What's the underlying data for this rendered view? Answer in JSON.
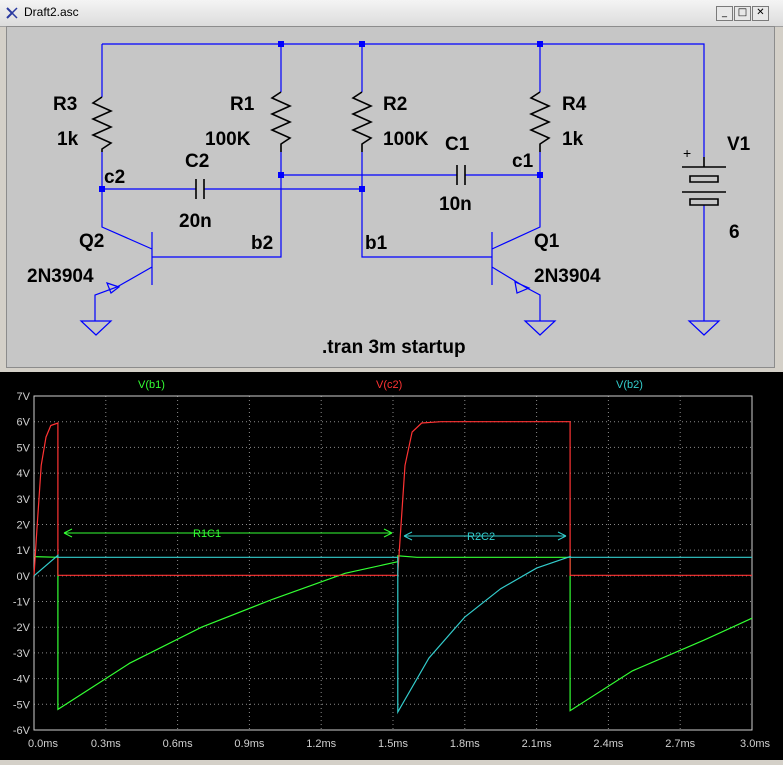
{
  "window": {
    "title": "Draft2.asc",
    "minimize": "_",
    "restore": "□",
    "close": "✕"
  },
  "schematic": {
    "components": {
      "r3": {
        "name": "R3",
        "value": "1k"
      },
      "r1": {
        "name": "R1",
        "value": "100K"
      },
      "r2": {
        "name": "R2",
        "value": "100K"
      },
      "r4": {
        "name": "R4",
        "value": "1k"
      },
      "c2": {
        "name": "C2",
        "value": "20n"
      },
      "c1": {
        "name": "C1",
        "value": "10n"
      },
      "q2": {
        "name": "Q2",
        "model": "2N3904"
      },
      "q1": {
        "name": "Q1",
        "model": "2N3904"
      },
      "v1": {
        "name": "V1",
        "value": "6",
        "plus": "+"
      }
    },
    "nets": {
      "c2": "c2",
      "b2": "b2",
      "b1": "b1",
      "c1": "c1"
    },
    "directive": ".tran 3m startup"
  },
  "waveform": {
    "legend": [
      {
        "label": "V(b1)",
        "color": "#33ff33"
      },
      {
        "label": "V(c2)",
        "color": "#ff3333"
      },
      {
        "label": "V(b2)",
        "color": "#33cccc"
      }
    ],
    "annotations": {
      "r1c1": "R1C1",
      "r2c2": "R2C2"
    }
  },
  "chart_data": {
    "type": "line",
    "xlim": [
      0,
      3.0
    ],
    "ylim": [
      -6,
      7
    ],
    "x_ticks": [
      "0.0ms",
      "0.3ms",
      "0.6ms",
      "0.9ms",
      "1.2ms",
      "1.5ms",
      "1.8ms",
      "2.1ms",
      "2.4ms",
      "2.7ms",
      "3.0ms"
    ],
    "y_ticks": [
      "7V",
      "6V",
      "5V",
      "4V",
      "3V",
      "2V",
      "1V",
      "0V",
      "-1V",
      "-2V",
      "-3V",
      "-4V",
      "-5V",
      "-6V"
    ],
    "grid": true,
    "series": [
      {
        "name": "V(b1)",
        "color": "#33ff33",
        "x": [
          0,
          0.1,
          0.1,
          0.4,
          0.7,
          1.0,
          1.3,
          1.52,
          1.52,
          1.6,
          2.24,
          2.24,
          2.5,
          2.8,
          3.0
        ],
        "y": [
          0.75,
          0.72,
          -5.2,
          -3.4,
          -2.0,
          -0.9,
          0.1,
          0.55,
          0.78,
          0.72,
          0.72,
          -5.25,
          -3.7,
          -2.5,
          -1.65
        ]
      },
      {
        "name": "V(c2)",
        "color": "#ff3333",
        "x": [
          0,
          0.01,
          0.03,
          0.05,
          0.07,
          0.1,
          0.1,
          1.52,
          1.52,
          1.55,
          1.58,
          1.62,
          1.7,
          2.24,
          2.24,
          3.0
        ],
        "y": [
          0,
          1.5,
          4.3,
          5.4,
          5.85,
          5.95,
          0.02,
          0.02,
          0.1,
          4.3,
          5.6,
          5.95,
          6.0,
          6.0,
          0.02,
          0.02
        ]
      },
      {
        "name": "V(b2)",
        "color": "#33cccc",
        "x": [
          0,
          0.1,
          0.1,
          1.52,
          1.52,
          1.65,
          1.8,
          1.95,
          2.1,
          2.24,
          2.24,
          3.0
        ],
        "y": [
          0,
          0.8,
          0.72,
          0.72,
          -5.3,
          -3.2,
          -1.6,
          -0.5,
          0.3,
          0.75,
          0.72,
          0.72
        ]
      }
    ]
  }
}
